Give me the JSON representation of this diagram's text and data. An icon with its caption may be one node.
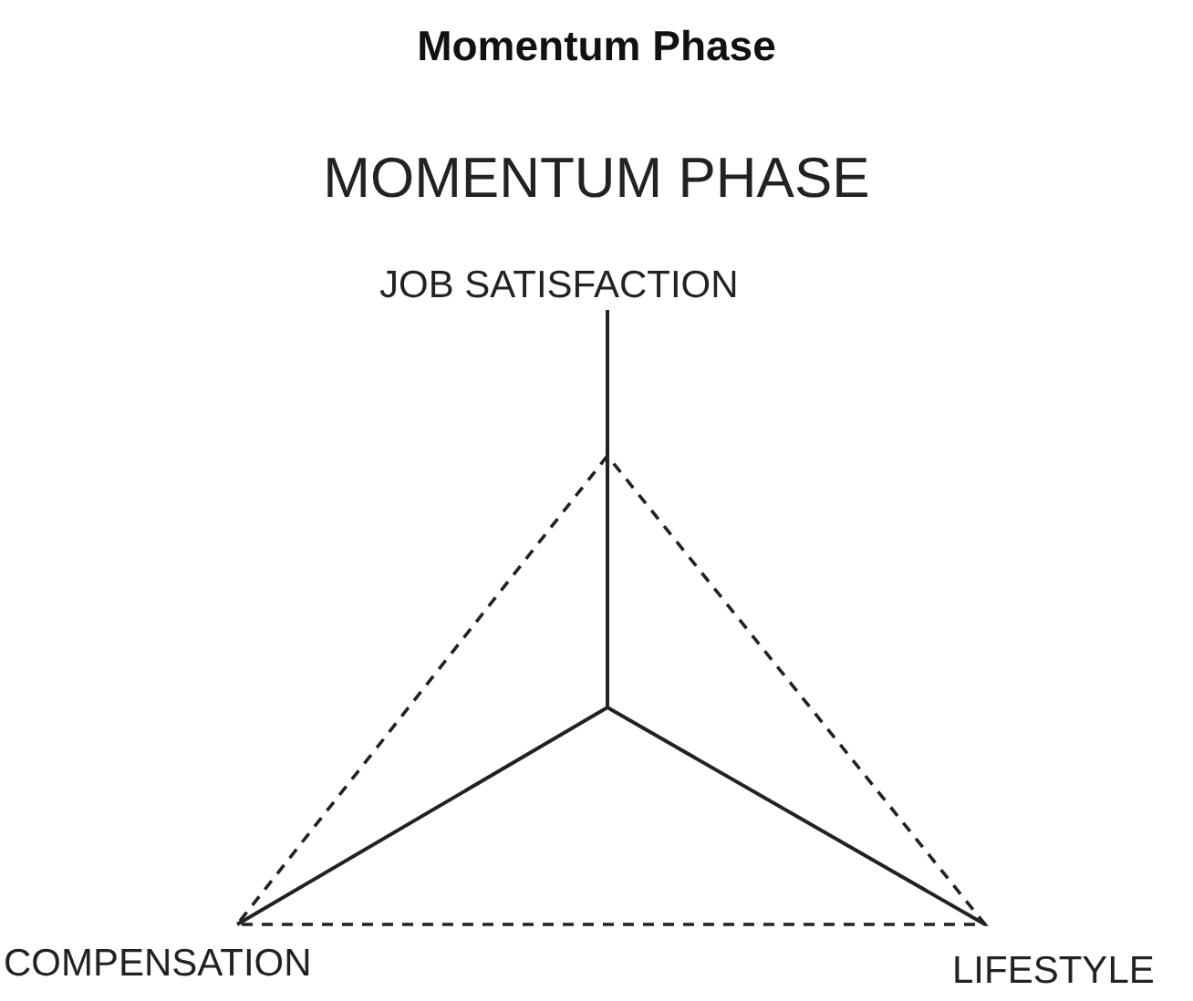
{
  "diagram": {
    "title": "Momentum Phase",
    "labels": [
      "MOMENTUM PHASE",
      "JOB SATISFACTION",
      "COMPENSATION",
      "LIFESTYLE"
    ]
  }
}
